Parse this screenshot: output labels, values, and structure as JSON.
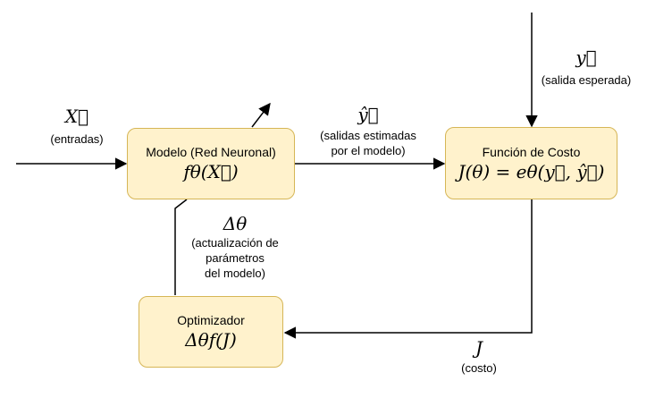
{
  "colors": {
    "box_fill": "#fff2cc",
    "box_border": "#d6b656",
    "line": "#000000"
  },
  "nodes": {
    "model": {
      "title": "Modelo (Red Neuronal)",
      "formula": "fθ(X⃗)"
    },
    "cost": {
      "title": "Función de Costo",
      "formula": "J(θ) = eθ(y⃗, ŷ⃗)"
    },
    "optimizer": {
      "title": "Optimizador",
      "formula": "Δθf(J)"
    }
  },
  "edges": {
    "input": {
      "symbol": "X⃗",
      "label": "(entradas)"
    },
    "prediction": {
      "symbol": "ŷ⃗",
      "label_line1": "(salidas estimadas",
      "label_line2": "por el modelo)"
    },
    "target": {
      "symbol": "y⃗",
      "label": "(salida esperada)"
    },
    "cost_out": {
      "symbol": "J",
      "label": "(costo)"
    },
    "update": {
      "symbol": "Δθ",
      "label_line1": "(actualización de",
      "label_line2": "parámetros",
      "label_line3": "del modelo)"
    }
  }
}
